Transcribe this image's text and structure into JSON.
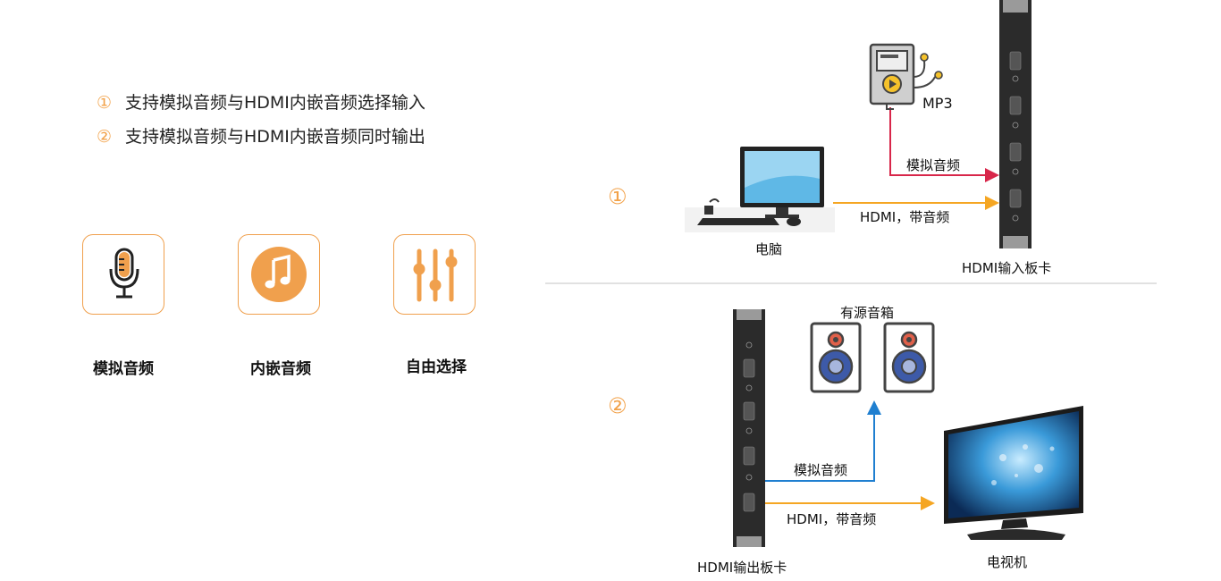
{
  "features": [
    {
      "num": "①",
      "text": "支持模拟音频与HDMI内嵌音频选择输入"
    },
    {
      "num": "②",
      "text": "支持模拟音频与HDMI内嵌音频同时输出"
    }
  ],
  "icons": [
    {
      "caption": "模拟音频",
      "icon": "microphone-icon"
    },
    {
      "caption": "内嵌音频",
      "icon": "music-note-icon"
    },
    {
      "caption": "自由选择",
      "icon": "equalizer-sliders-icon"
    }
  ],
  "diagram1": {
    "step": "①",
    "mp3_label": "MP3",
    "analog_label": "模拟音频",
    "hdmi_label": "HDMI，带音频",
    "computer_label": "电脑",
    "card_label": "HDMI输入板卡"
  },
  "diagram2": {
    "step": "②",
    "speakers_label": "有源音箱",
    "analog_label": "模拟音频",
    "hdmi_label": "HDMI，带音频",
    "card_label": "HDMI输出板卡",
    "tv_label": "电视机"
  },
  "colors": {
    "accent": "#f0a04d",
    "analog_line_1": "#d8264a",
    "analog_line_2": "#1f7fd0",
    "hdmi_line": "#f5a623",
    "divider": "#cfcfcf"
  }
}
